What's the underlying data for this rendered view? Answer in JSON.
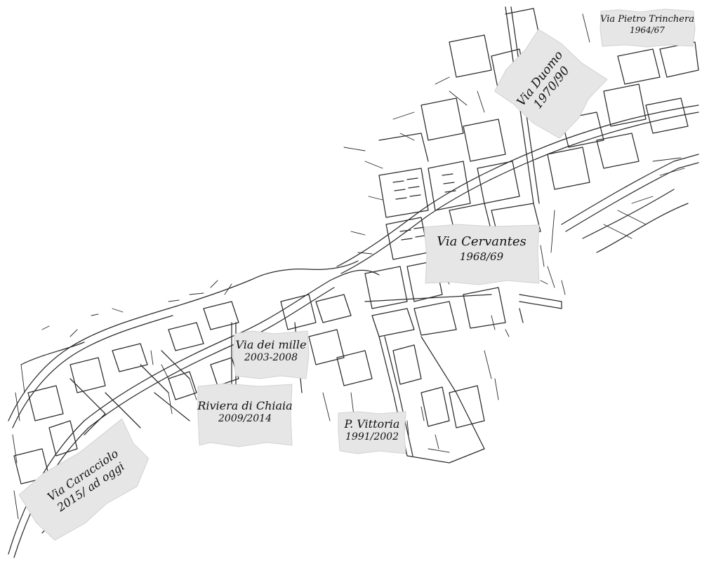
{
  "labels": [
    {
      "id": "trinchera",
      "street": "Via Pietro Trinchera",
      "years": "1964/67"
    },
    {
      "id": "duomo",
      "street": "Via Duomo",
      "years": "1970/90"
    },
    {
      "id": "cervantes",
      "street": "Via Cervantes",
      "years": "1968/69"
    },
    {
      "id": "mille",
      "street": "Via dei mille",
      "years": "2003-2008"
    },
    {
      "id": "chiaia",
      "street": "Riviera di Chiaia",
      "years": "2009/2014"
    },
    {
      "id": "vittoria",
      "street": "P. Vittoria",
      "years": "1991/2002"
    },
    {
      "id": "caracciolo",
      "street": "Via Caracciolo",
      "years": "2015/ ad oggi"
    }
  ],
  "colors": {
    "paper": "#e6e6e6",
    "paper_edge": "#cfcfcf",
    "street_line": "#2a2a2a",
    "background": "#ffffff"
  }
}
